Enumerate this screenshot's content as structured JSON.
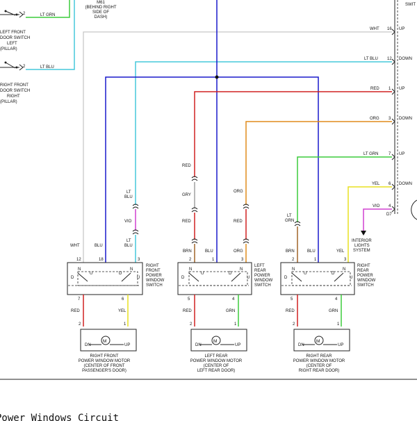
{
  "top_left": {
    "lines": [
      "LEFT FRONT",
      "DOOR SWITCH",
      "LEFT",
      "(PILLAR)"
    ],
    "lines2": [
      "RIGHT FRONT",
      "DOOR SWITCH",
      "RIGHT",
      "(PILLAR)"
    ],
    "pin1": "2",
    "wire1": "LT GRN",
    "pin2": "2",
    "wire2": "LT BLU"
  },
  "m61": [
    "M61",
    "(BEHIND RIGHT",
    "SIDE OF",
    "DASH)"
  ],
  "master": {
    "partial_title": "SWIT",
    "rows": [
      {
        "color": "WHT",
        "pin": "16",
        "fn": "UP"
      },
      {
        "color": "LT BLU",
        "pin": "12",
        "fn": "DOWN"
      },
      {
        "color": "RED",
        "pin": "1",
        "fn": "UP"
      },
      {
        "color": "ORG",
        "pin": "3",
        "fn": "DOWN"
      },
      {
        "color": "LT GRN",
        "pin": "7",
        "fn": "UP"
      },
      {
        "color": "YEL",
        "pin": "6",
        "fn": "DOWN"
      },
      {
        "color": "VIO",
        "pin": "4",
        "fn": ""
      }
    ],
    "connector": "D7"
  },
  "interior": [
    "INTERIOR",
    "LIGHTS",
    "SYSTEM"
  ],
  "switches": [
    {
      "title": [
        "RIGHT",
        "FRONT",
        "POWER",
        "WINDOW",
        "SWITCH"
      ],
      "top_pins": [
        "12",
        "18"
      ],
      "right_pin": "3",
      "wire_labels": [
        "WHT",
        "BLU",
        "LT",
        "BLU"
      ],
      "bottom_pins": [
        "7",
        "6"
      ],
      "bottom_colors": [
        "RED",
        "YEL"
      ],
      "left_label": "D",
      "right_label": "U"
    },
    {
      "title": [
        "LEFT",
        "REAR",
        "POWER",
        "WINDOW",
        "SWITCH"
      ],
      "top_pins": [
        "2",
        "1",
        "3"
      ],
      "wire_labels": [
        "BRN",
        "BLU",
        "ORG"
      ],
      "bottom_pins": [
        "5",
        "4"
      ],
      "bottom_colors": [
        "RED",
        "GRN"
      ],
      "left_label": "D",
      "right_label": "U"
    },
    {
      "title": [
        "RIGHT",
        "REAR",
        "POWER",
        "WINDOW",
        "SWITCH"
      ],
      "top_pins": [
        "2",
        "1",
        "3"
      ],
      "wire_labels": [
        "BRN",
        "BLU",
        "YEL"
      ],
      "bottom_pins": [
        "5",
        "4"
      ],
      "bottom_colors": [
        "RED",
        "GRN"
      ],
      "left_label": "D",
      "right_label": "U"
    }
  ],
  "mid_labels": {
    "ltblu": [
      "LT",
      "BLU"
    ],
    "vio": "VIO",
    "red1": "RED",
    "gry": "GRY",
    "red2": "RED",
    "org1": "ORG",
    "red3": "RED",
    "ltgrn": [
      "LT",
      "GRN"
    ]
  },
  "motors": [
    {
      "pins": [
        "2",
        "1"
      ],
      "title": [
        "RIGHT FRONT",
        "POWER WINDOW MOTOR",
        "(CENTER OF FRONT",
        "PASSENGER'S DOOR)"
      ]
    },
    {
      "pins": [
        "2",
        "1"
      ],
      "title": [
        "LEFT REAR",
        "POWER WINDOW MOTOR",
        "(CENTER OF",
        "LEFT REAR DOOR)"
      ]
    },
    {
      "pins": [
        "2",
        "1"
      ],
      "title": [
        "RIGHT REAR",
        "POWER WINDOW MOTOR",
        "(CENTER OF",
        "RIGHT REAR DOOR)"
      ]
    }
  ],
  "motor_labels": {
    "dn": "DN",
    "up": "UP",
    "m": "M"
  },
  "switch_letters": {
    "n": "N",
    "u": "U",
    "d": "D"
  },
  "caption": "Power Windows Circuit",
  "colors": {
    "lt_grn": "#3ccc3c",
    "lt_blu": "#46c8dc",
    "blue": "#1818cc",
    "red": "#d02020",
    "org": "#e08c1c",
    "yel": "#e8e020",
    "vio": "#d040d0",
    "gry": "#a0a0a0",
    "brn": "#a06428",
    "wht": "#c8c8c8"
  }
}
